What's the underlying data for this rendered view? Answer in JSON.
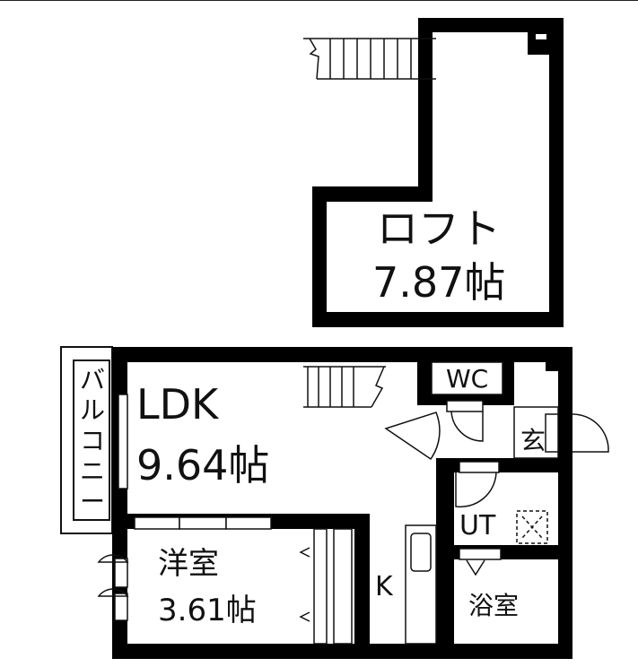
{
  "floorplan": {
    "loft": {
      "name": "ロフト",
      "area": "7.87帖"
    },
    "ldk": {
      "name": "LDK",
      "area": "9.64帖"
    },
    "western_room": {
      "name": "洋室",
      "area": "3.61帖"
    },
    "balcony": {
      "name": "バルコニー",
      "chars": [
        "バ",
        "ル",
        "コ",
        "ニ",
        "ー"
      ]
    },
    "kitchen": {
      "name": "K"
    },
    "wc": {
      "name": "WC"
    },
    "entrance": {
      "name": "玄"
    },
    "utility": {
      "name": "UT"
    },
    "bathroom": {
      "name": "浴室"
    }
  },
  "colors": {
    "wall": "#000000",
    "line": "#111111",
    "background": "#ffffff"
  }
}
